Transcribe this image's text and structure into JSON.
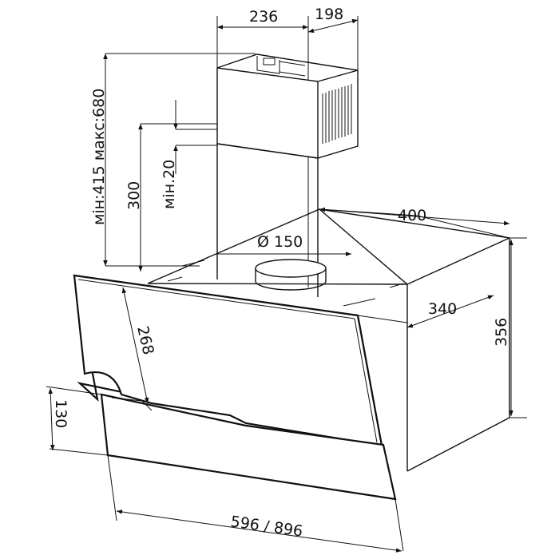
{
  "colors": {
    "line": "#111111",
    "background": "#ffffff",
    "shade": "#d8d8d8"
  },
  "dimensions": {
    "chimney_width": "236",
    "chimney_depth": "198",
    "height_range": "мін:415 макс:680",
    "chimney_offset": "300",
    "min_gap": "мін.20",
    "body_width": "400",
    "duct_diameter": "Ø 150",
    "body_depth": "340",
    "total_height": "356",
    "panel_height": "268",
    "lower_panel_height": "130",
    "front_width": "596 / 896"
  }
}
